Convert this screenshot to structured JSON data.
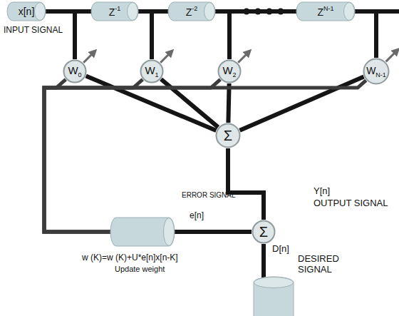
{
  "diagram": {
    "nodes": [
      {
        "text": [
          "x[n]"
        ]
      },
      {
        "text": [
          "Z",
          "-1"
        ]
      },
      {
        "text": [
          "Z",
          "-2"
        ]
      },
      {
        "text": [
          "Z",
          "N-1"
        ]
      },
      {
        "text": [
          "W",
          "0"
        ]
      },
      {
        "text": [
          "W",
          "1"
        ]
      },
      {
        "text": [
          "W",
          "2"
        ]
      },
      {
        "text": [
          "W",
          "N-1"
        ]
      },
      {
        "text": [
          "Σ"
        ]
      },
      {
        "text": [
          "w (K)=w (K)+U*e[n]x[n-K]",
          "Update weight"
        ]
      },
      {
        "text": [
          "Σ"
        ]
      },
      {
        "text": [
          "D[n]",
          "DESIRED SIGNAL"
        ]
      }
    ],
    "edges": [
      {
        "from": 0,
        "to": 1,
        "arrow": "none"
      },
      {
        "from": 1,
        "to": 2,
        "arrow": "none"
      },
      {
        "from": 2,
        "to": 3,
        "arrow": "none"
      },
      {
        "from": 0,
        "to": 4,
        "arrow": "none"
      },
      {
        "from": 1,
        "to": 5,
        "arrow": "none"
      },
      {
        "from": 2,
        "to": 6,
        "arrow": "none"
      },
      {
        "from": 3,
        "to": 7,
        "arrow": "none"
      },
      {
        "from": 4,
        "to": 8,
        "arrow": "none"
      },
      {
        "from": 5,
        "to": 8,
        "arrow": "none"
      },
      {
        "from": 6,
        "to": 8,
        "arrow": "none"
      },
      {
        "from": 7,
        "to": 8,
        "arrow": "none"
      },
      {
        "from": 8,
        "to": 10,
        "arrow": "none"
      },
      {
        "from": 11,
        "to": 10,
        "arrow": "none"
      },
      {
        "from": 10,
        "to": 9,
        "arrow": "none"
      },
      {
        "from": 9,
        "to": 4,
        "arrow": "none"
      },
      {
        "from": 9,
        "to": 5,
        "arrow": "none"
      },
      {
        "from": 9,
        "to": 6,
        "arrow": "none"
      },
      {
        "from": 9,
        "to": 7,
        "arrow": "none"
      }
    ],
    "labels": [
      "INPUT SIGNAL",
      "ERROR SIGNAL",
      "e[n]",
      "Y[n]",
      "OUTPUT SIGNAL"
    ]
  }
}
